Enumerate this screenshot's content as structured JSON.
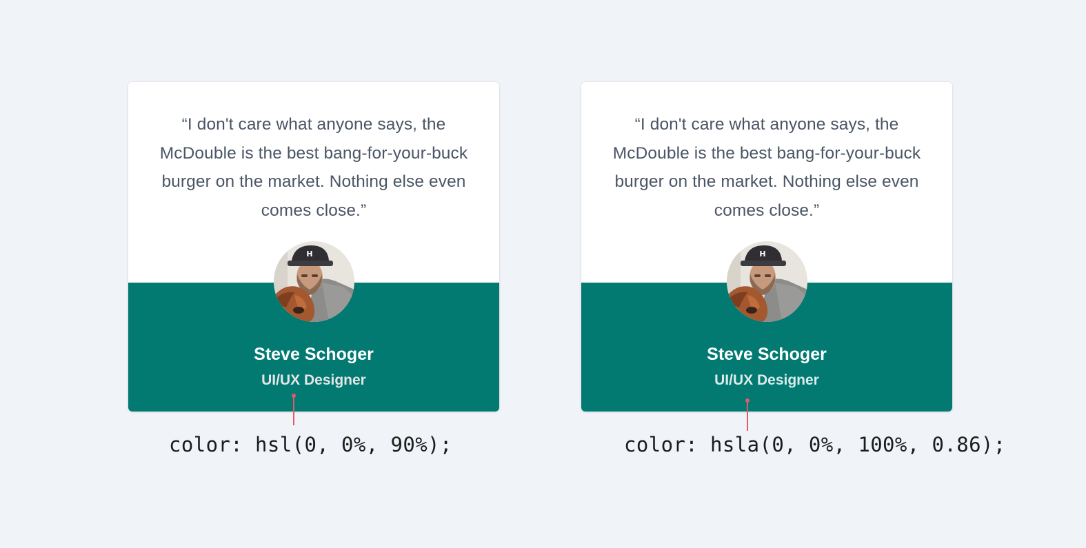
{
  "cards": [
    {
      "quote": "“I don't care what anyone says, the McDouble is the best bang-for-your-buck burger on the market. Nothing else even comes close.”",
      "name": "Steve Schoger",
      "role": "UI/UX Designer",
      "code": "color: hsl(0, 0%, 90%);"
    },
    {
      "quote": "“I don't care what anyone says, the McDouble is the best bang-for-your-buck burger on the market. Nothing else even comes close.”",
      "name": "Steve Schoger",
      "role": "UI/UX Designer",
      "code": "color: hsla(0, 0%, 100%, 0.86);"
    }
  ],
  "colors": {
    "background": "#f0f3f7",
    "card": "#ffffff",
    "footer_teal": "#027a72",
    "quote_text": "#4a5565",
    "role_left": "#e6e6e6",
    "role_right": "rgba(255, 255, 255, 0.86)",
    "pointer": "#e8586b"
  },
  "icons": {
    "avatar": "avatar-photo"
  }
}
